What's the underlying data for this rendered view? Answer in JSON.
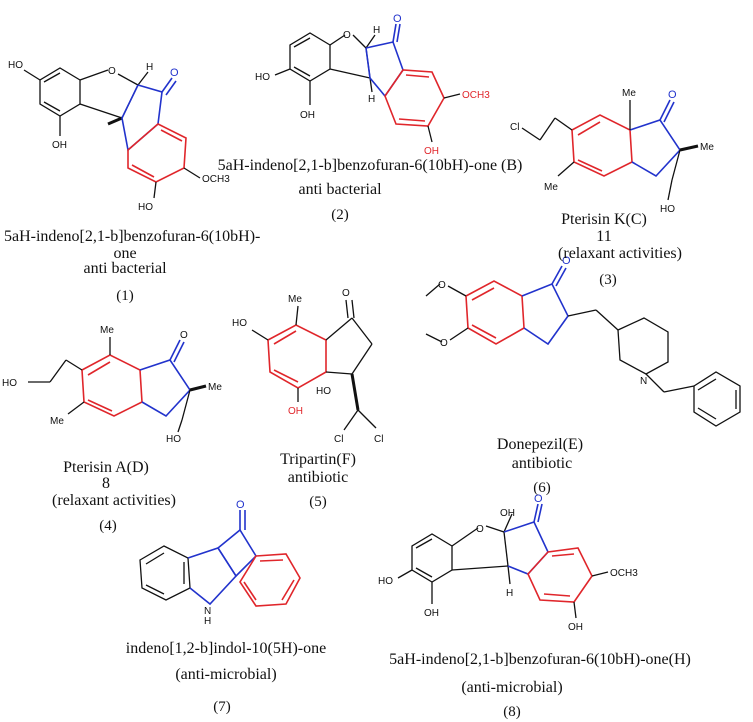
{
  "colors": {
    "aromatic_ring": "#e0262b",
    "five_ring": "#2233cc",
    "bonds": "#111111"
  },
  "compounds": [
    {
      "id": "1",
      "name_line1": "5aH-indeno[2,1-b]benzofuran-6(10bH)-",
      "name_line2": "one",
      "activity": "anti bacterial",
      "number": "(1)",
      "atoms": {
        "oh1": "HO",
        "oh2": "OH",
        "oh3": "HO",
        "o_ring": "O",
        "h1": "H",
        "o_ket": "O",
        "ome": "OCH3"
      }
    },
    {
      "id": "2",
      "name_line1": "5aH-indeno[2,1-b]benzofuran-6(10bH)-one (B)",
      "activity": "anti bacterial",
      "number": "(2)",
      "atoms": {
        "oh1": "HO",
        "oh2": "OH",
        "oh3": "OH",
        "o_ring": "O",
        "h1": "H",
        "h2": "H",
        "o_ket": "O",
        "ome": "OCH3"
      }
    },
    {
      "id": "3",
      "name_line1": "Pterisin K(C)",
      "name_line2": "11",
      "activity": "(relaxant activities)",
      "number": "(3)",
      "atoms": {
        "cl": "Cl",
        "me1": "Me",
        "me2": "Me",
        "me3": "Me",
        "o_ket": "O",
        "ho": "HO"
      }
    },
    {
      "id": "4",
      "name_line1": "Pterisin A(D)",
      "name_line2": "8",
      "activity": "(relaxant activities)",
      "number": "(4)",
      "atoms": {
        "ho1": "HO",
        "me1": "Me",
        "me2": "Me",
        "me3": "Me",
        "o_ket": "O",
        "ho2": "HO"
      }
    },
    {
      "id": "5",
      "name_line1": "Tripartin(F)",
      "activity": "antibiotic",
      "number": "(5)",
      "atoms": {
        "ho1": "HO",
        "me": "Me",
        "o_ket": "O",
        "oh": "OH",
        "ho2": "HO",
        "cl1": "Cl",
        "cl2": "Cl"
      }
    },
    {
      "id": "6",
      "name_line1": "Donepezil(E)",
      "activity": "antibiotic",
      "number": "(6)",
      "atoms": {
        "o1": "O",
        "o2": "O",
        "o_ket": "O",
        "n": "N"
      }
    },
    {
      "id": "7",
      "name_line1": "indeno[1,2-b]indol-10(5H)-one",
      "activity": "(anti-microbial)",
      "number": "(7)",
      "atoms": {
        "o_ket": "O",
        "nh_n": "N",
        "nh_h": "H"
      }
    },
    {
      "id": "8",
      "name_line1": "5aH-indeno[2,1-b]benzofuran-6(10bH)-one(H)",
      "activity": "(anti-microbial)",
      "number": "(8)",
      "atoms": {
        "oh_top": "OH",
        "o_ring": "O",
        "o_ket": "O",
        "ho1": "HO",
        "oh2": "OH",
        "h": "H",
        "ome": "OCH3",
        "oh3": "OH"
      }
    }
  ]
}
